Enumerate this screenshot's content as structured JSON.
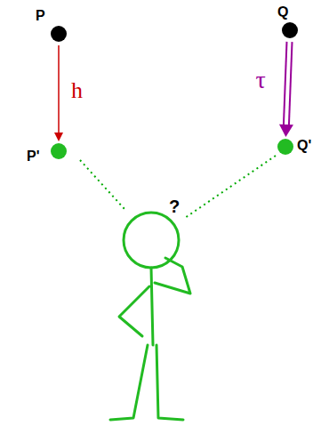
{
  "diagram": {
    "nodes": [
      {
        "text": [
          "P"
        ]
      },
      {
        "text": [
          "P'"
        ]
      },
      {
        "text": [
          "Q"
        ]
      },
      {
        "text": [
          "Q'"
        ]
      }
    ],
    "edges": [
      {
        "from": 0,
        "to": 1,
        "label": "h",
        "arrow": "to"
      },
      {
        "from": 2,
        "to": 3,
        "label": "τ",
        "arrow": "to"
      }
    ],
    "labels": [
      "?"
    ]
  }
}
